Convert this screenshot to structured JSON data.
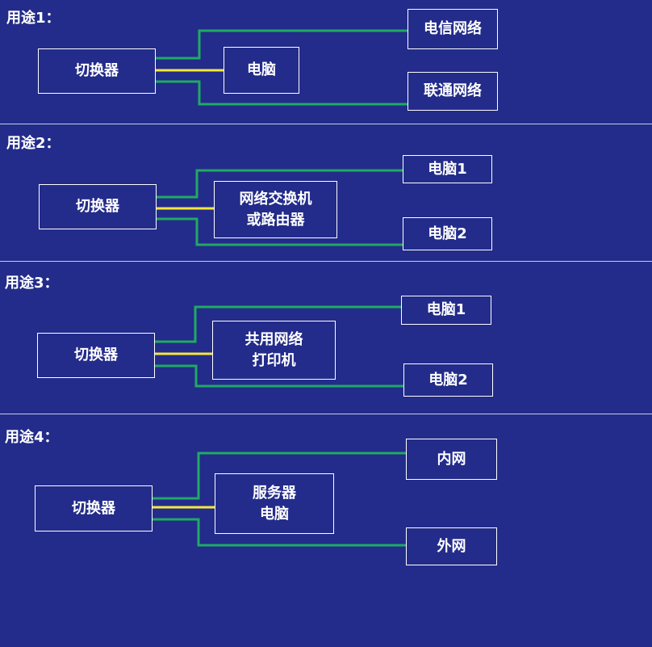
{
  "sections": [
    {
      "label": "用途1：",
      "switch": "切换器",
      "middle": [
        "电脑"
      ],
      "top": "电信网络",
      "bottom": "联通网络"
    },
    {
      "label": "用途2：",
      "switch": "切换器",
      "middle": [
        "网络交换机",
        "或路由器"
      ],
      "top": "电脑1",
      "bottom": "电脑2"
    },
    {
      "label": "用途3：",
      "switch": "切换器",
      "middle": [
        "共用网络",
        "打印机"
      ],
      "top": "电脑1",
      "bottom": "电脑2"
    },
    {
      "label": "用途4：",
      "switch": "切换器",
      "middle": [
        "服务器",
        "电脑"
      ],
      "top": "内网",
      "bottom": "外网"
    }
  ],
  "colors": {
    "background": "#232c8a",
    "wire_green": "#1faa63",
    "wire_yellow": "#f5e73a",
    "box_border": "#ffffff"
  }
}
